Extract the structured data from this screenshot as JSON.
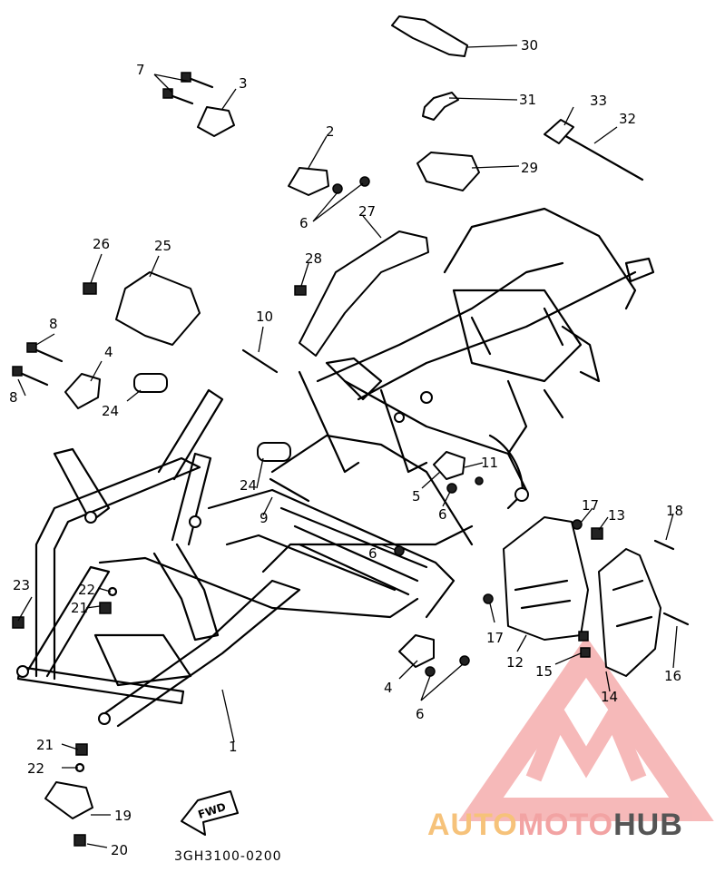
{
  "diagram": {
    "code": "3GH3100-0200",
    "fwd_label": "FWD",
    "colors": {
      "line": "#000000",
      "logo_red": "#f08080",
      "logo_orange": "#f6c27a",
      "logo_gray": "#555555"
    },
    "callouts": [
      {
        "label": "1"
      },
      {
        "label": "2"
      },
      {
        "label": "3"
      },
      {
        "label": "4"
      },
      {
        "label": "4"
      },
      {
        "label": "5"
      },
      {
        "label": "6"
      },
      {
        "label": "6"
      },
      {
        "label": "6"
      },
      {
        "label": "6"
      },
      {
        "label": "7"
      },
      {
        "label": "8"
      },
      {
        "label": "8"
      },
      {
        "label": "9"
      },
      {
        "label": "10"
      },
      {
        "label": "11"
      },
      {
        "label": "12"
      },
      {
        "label": "13"
      },
      {
        "label": "14"
      },
      {
        "label": "15"
      },
      {
        "label": "16"
      },
      {
        "label": "17"
      },
      {
        "label": "17"
      },
      {
        "label": "18"
      },
      {
        "label": "19"
      },
      {
        "label": "20"
      },
      {
        "label": "21"
      },
      {
        "label": "21"
      },
      {
        "label": "22"
      },
      {
        "label": "22"
      },
      {
        "label": "23"
      },
      {
        "label": "24"
      },
      {
        "label": "24"
      },
      {
        "label": "25"
      },
      {
        "label": "26"
      },
      {
        "label": "27"
      },
      {
        "label": "28"
      },
      {
        "label": "29"
      },
      {
        "label": "30"
      },
      {
        "label": "31"
      },
      {
        "label": "32"
      },
      {
        "label": "33"
      }
    ]
  },
  "watermark": {
    "part1": "AUTO",
    "part2": "MOTO",
    "part3": "HUB"
  }
}
